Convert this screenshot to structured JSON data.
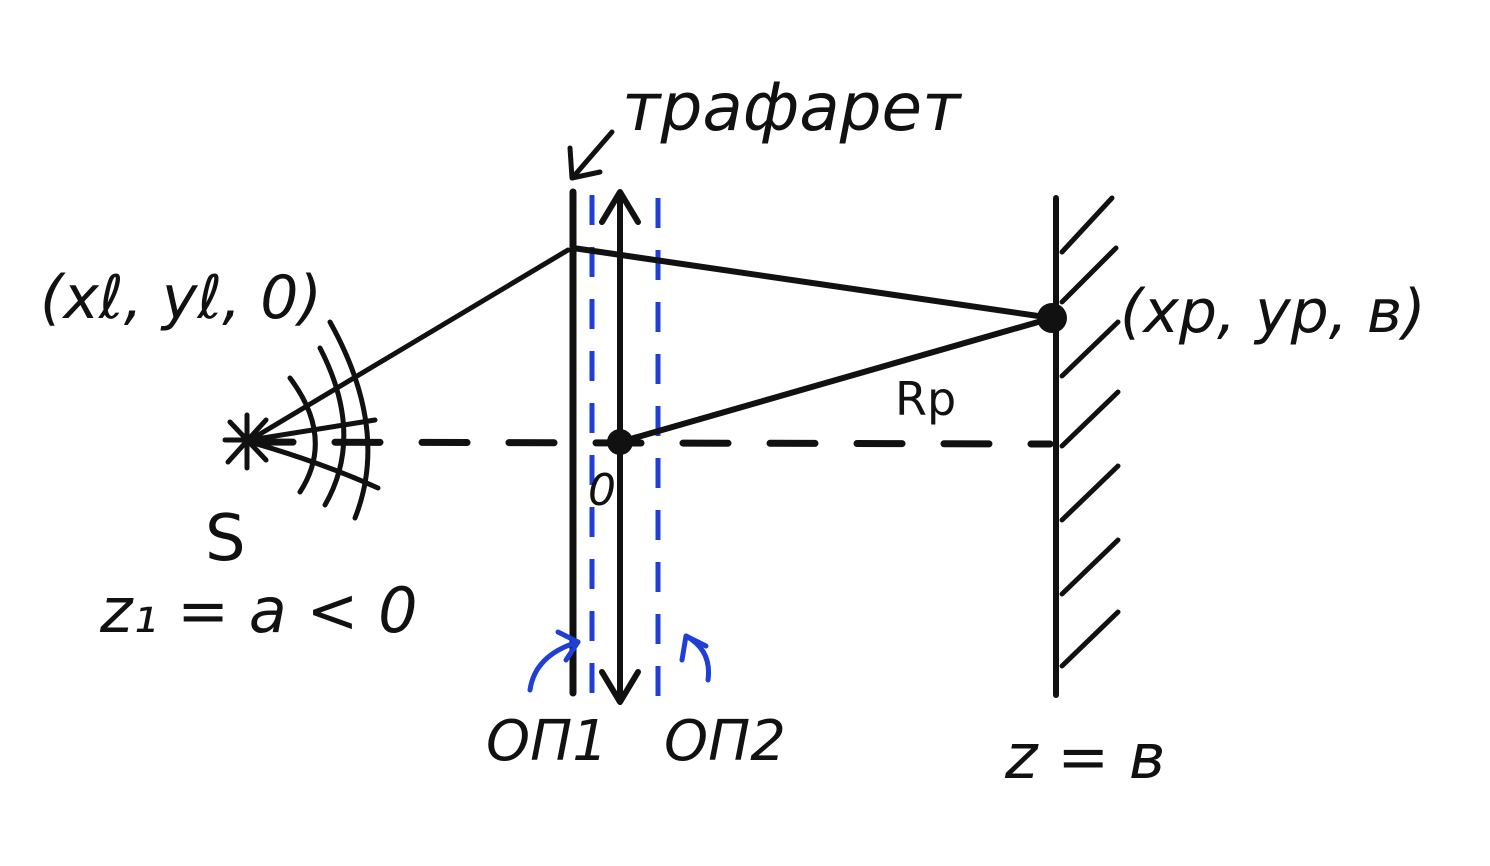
{
  "labels": {
    "stencil": "трафарет",
    "source_coords": "(xℓ, yℓ, 0)",
    "source_name": "S",
    "source_plane": "z₁ = a < 0",
    "origin": "0",
    "receiver_coords": "(xp, yp, в)",
    "distance": "Rp",
    "plane1": "ОП1",
    "plane2": "ОП2",
    "screen_plane": "z = в"
  },
  "colors": {
    "ink": "#111111",
    "blue": "#1f3fd6"
  }
}
